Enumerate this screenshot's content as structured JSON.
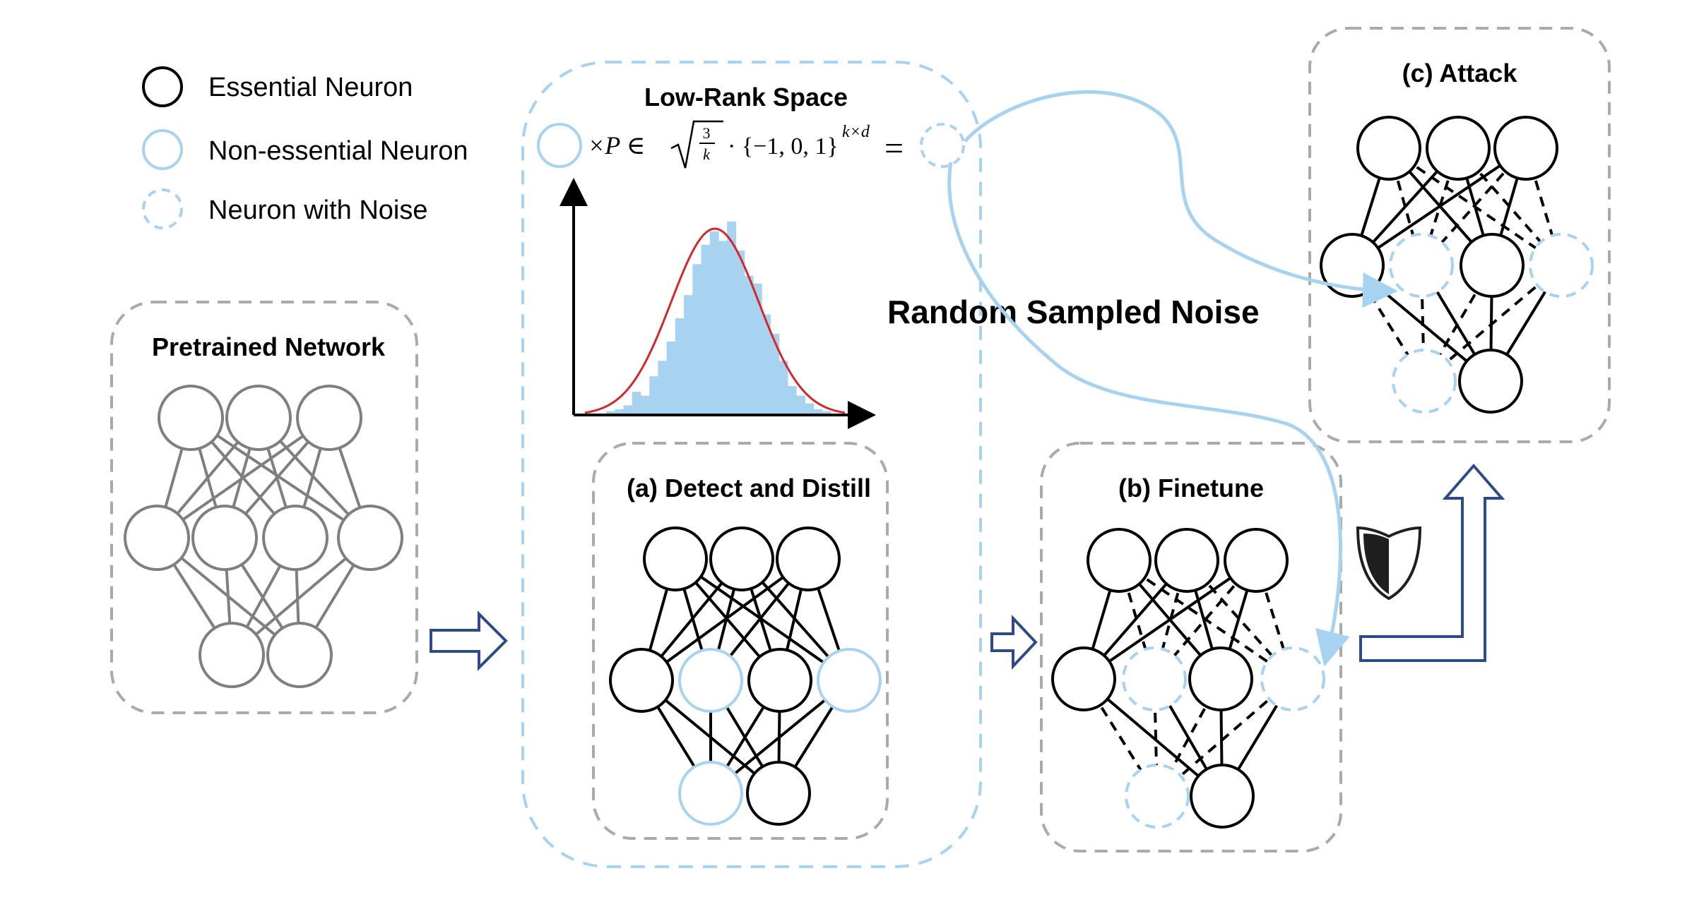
{
  "legend": {
    "essential": "Essential Neuron",
    "non_essential": "Non-essential Neuron",
    "noise": "Neuron with Noise"
  },
  "panels": {
    "pretrained": "Pretrained Network",
    "low_rank": "Low-Rank Space",
    "detect": "(a) Detect and Distill",
    "finetune": "(b) Finetune",
    "attack": "(c) Attack"
  },
  "formula": {
    "times_p": "×P ∈",
    "sqrt_num": "3",
    "sqrt_den": "k",
    "set": "· {−1, 0, 1}",
    "exponent": "k×d",
    "equals": "="
  },
  "noise_label": "Random Sampled Noise",
  "colors": {
    "essential": "#000000",
    "non_essential": "#a7d3f0",
    "pretrained": "#7f7f7f",
    "dashed_box": "#aaaaaa",
    "low_rank_box": "#a7d3f0",
    "histogram": "#a7d3f0",
    "gaussian": "#d62728",
    "arrow": "#2e4a87"
  },
  "histogram_bins": [
    0.02,
    0.03,
    0.05,
    0.12,
    0.1,
    0.2,
    0.28,
    0.38,
    0.5,
    0.62,
    0.78,
    0.88,
    0.95,
    0.9,
    1.0,
    0.85,
    0.72,
    0.68,
    0.52,
    0.42,
    0.28,
    0.15,
    0.1,
    0.06,
    0.03,
    0.02
  ],
  "icons": [
    "shield-icon"
  ]
}
